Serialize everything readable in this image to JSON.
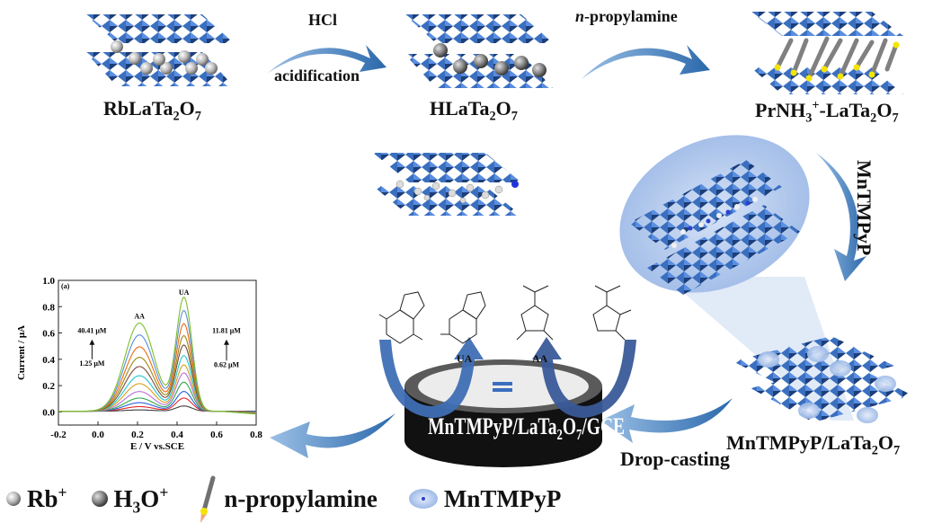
{
  "title": "Synthesis of MnTMPyP/LaTa2O7 modified GCE and DPV detection of AA and UA",
  "steps": {
    "step1": {
      "compound": "RbLaTa",
      "sub1": "2",
      "mid": "O",
      "sub2": "7"
    },
    "step2": {
      "compound": "HLaTa",
      "sub1": "2",
      "mid": "O",
      "sub2": "7"
    },
    "step3": {
      "pre": "PrNH",
      "sub0": "3",
      "sup0": "+",
      "compound": "-LaTa",
      "sub1": "2",
      "mid": "O",
      "sub2": "7"
    },
    "step4": {
      "compound": "MnTMPyP/LaTa",
      "sub1": "2",
      "mid": "O",
      "sub2": "7"
    }
  },
  "arrows": {
    "arrow1": {
      "top": "HCl",
      "bottom": "acidification"
    },
    "arrow2": {
      "italic": "n",
      "rest": "-propylamine"
    },
    "arrow3": {
      "label": "MnTMPyP"
    },
    "arrow4": {
      "label": "Drop-casting"
    }
  },
  "electrode": {
    "label_pre": "MnTMPyP/LaTa",
    "sub1": "2",
    "mid": "O",
    "sub2": "7",
    "label_post": "/GCE",
    "ua": "UA",
    "aa": "AA"
  },
  "legend": [
    {
      "icon": "silver-sphere-icon",
      "text": "Rb",
      "sup": "+"
    },
    {
      "icon": "dark-sphere-icon",
      "text": "H",
      "sub": "3",
      "text2": "O",
      "sup": "+"
    },
    {
      "icon": "propylamine-stick-icon",
      "text": "n-propylamine"
    },
    {
      "icon": "porphyrin-disc-icon",
      "text": "MnTMPyP"
    }
  ],
  "colors": {
    "octahedra": "#2f5fa8",
    "arrow_blue": "#2e6dae",
    "electrode_body": "#111111",
    "electrode_top": "#e8e8e8"
  },
  "chart_data": {
    "type": "line",
    "panel_label": "(a)",
    "title": "",
    "xlabel": "E / V vs.SCE",
    "ylabel": "Current / μA",
    "xlim": [
      -0.2,
      0.8
    ],
    "ylim": [
      -0.1,
      1.0
    ],
    "xticks": [
      "-0.2",
      "0.0",
      "0.2",
      "0.4",
      "0.6",
      "0.8"
    ],
    "yticks": [
      "0.0",
      "0.2",
      "0.4",
      "0.6",
      "0.8",
      "1.0"
    ],
    "annotations": {
      "aa_peak": "AA",
      "ua_peak": "UA",
      "aa_high": "40.41 μM",
      "aa_low": "1.25 μM",
      "ua_high": "11.81 μM",
      "ua_low": "0.62 μM"
    },
    "peak_positions": {
      "aa_V": 0.21,
      "ua_V": 0.435
    },
    "series": [
      {
        "name": "c1",
        "color": "#404040",
        "aa_peak": 0.01,
        "ua_peak": 0.04
      },
      {
        "name": "c2",
        "color": "#e0282c",
        "aa_peak": 0.035,
        "ua_peak": 0.1
      },
      {
        "name": "c3",
        "color": "#2a62d8",
        "aa_peak": 0.065,
        "ua_peak": 0.15
      },
      {
        "name": "c4",
        "color": "#2ea84a",
        "aa_peak": 0.1,
        "ua_peak": 0.22
      },
      {
        "name": "c5",
        "color": "#b86fd8",
        "aa_peak": 0.15,
        "ua_peak": 0.29
      },
      {
        "name": "c6",
        "color": "#d4a017",
        "aa_peak": 0.21,
        "ua_peak": 0.35
      },
      {
        "name": "c7",
        "color": "#1fc8d0",
        "aa_peak": 0.27,
        "ua_peak": 0.42
      },
      {
        "name": "c8",
        "color": "#7a4a3a",
        "aa_peak": 0.34,
        "ua_peak": 0.5
      },
      {
        "name": "c9",
        "color": "#9a8a10",
        "aa_peak": 0.41,
        "ua_peak": 0.57
      },
      {
        "name": "c10",
        "color": "#f06a10",
        "aa_peak": 0.49,
        "ua_peak": 0.66
      },
      {
        "name": "c11",
        "color": "#5b8fd6",
        "aa_peak": 0.58,
        "ua_peak": 0.76
      },
      {
        "name": "c12",
        "color": "#7cc02a",
        "aa_peak": 0.67,
        "ua_peak": 0.86
      }
    ],
    "grid": false
  }
}
